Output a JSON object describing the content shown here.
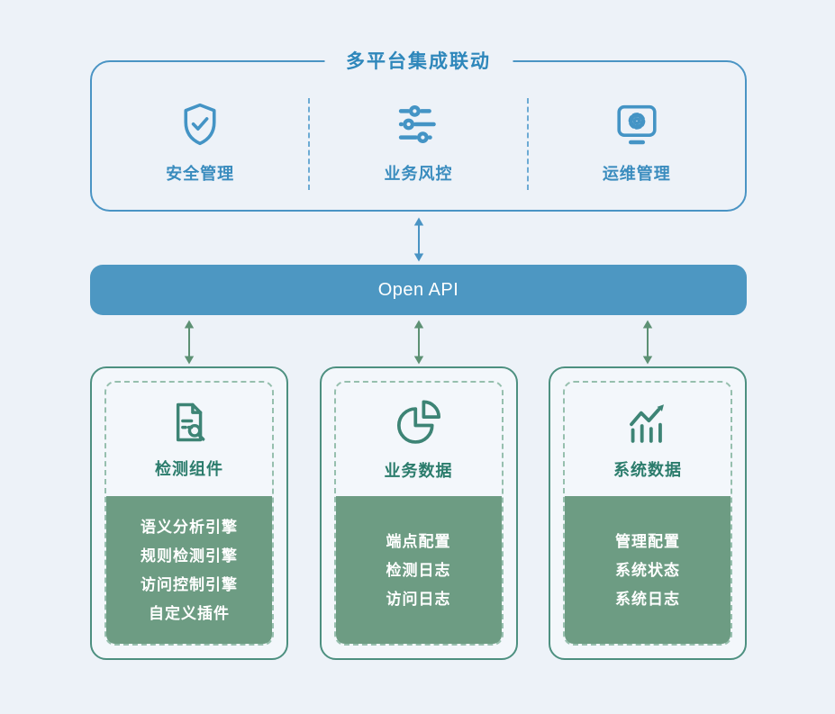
{
  "colors": {
    "background": "#edf2f8",
    "blue_border": "#4a94c4",
    "blue_text": "#3a8cbe",
    "blue_title": "#2e87bb",
    "api_bar_bg": "#4d97c2",
    "api_bar_text": "#ffffff",
    "green_arrow": "#5d9174",
    "card_border": "#4d9080",
    "card_dashed_border": "#96bfae",
    "card_title_text": "#2b7c6c",
    "green_block_bg": "#6d9c83",
    "green_block_text": "#ffffff"
  },
  "top_panel": {
    "title": "多平台集成联动",
    "items": [
      {
        "label": "安全管理",
        "icon": "shield-check-icon"
      },
      {
        "label": "业务风控",
        "icon": "sliders-icon"
      },
      {
        "label": "运维管理",
        "icon": "monitor-gear-icon"
      }
    ]
  },
  "api_bar": {
    "label": "Open API"
  },
  "cards": [
    {
      "title": "检测组件",
      "icon": "document-search-icon",
      "items": [
        "语义分析引擎",
        "规则检测引擎",
        "访问控制引擎",
        "自定义插件"
      ]
    },
    {
      "title": "业务数据",
      "icon": "pie-chart-icon",
      "items": [
        "端点配置",
        "检测日志",
        "访问日志"
      ]
    },
    {
      "title": "系统数据",
      "icon": "line-chart-icon",
      "items": [
        "管理配置",
        "系统状态",
        "系统日志"
      ]
    }
  ]
}
